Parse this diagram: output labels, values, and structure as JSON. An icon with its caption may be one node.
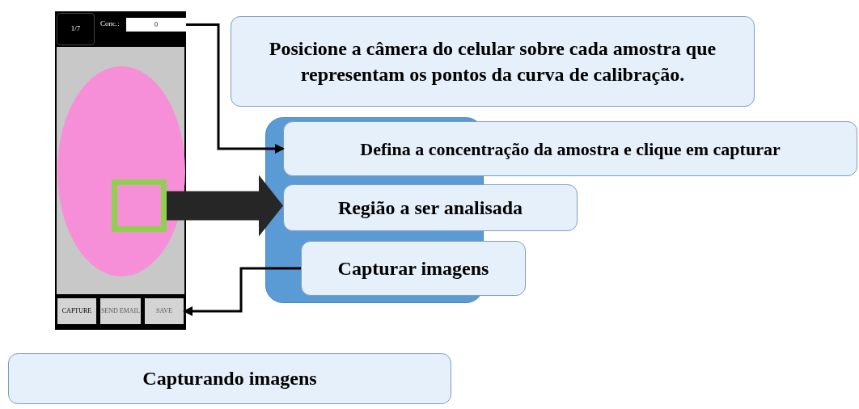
{
  "diagram": {
    "nodes": [
      {
        "text": [
          "0"
        ]
      },
      {
        "text": [],
        "shape": "box"
      },
      {
        "text": [
          "CAPTURE"
        ]
      },
      {
        "text": [
          "SEND EMAIL"
        ]
      },
      {
        "text": [
          "SAVE"
        ]
      },
      {
        "text": [
          "Posicione a câmera do celular sobre cada amostra que representam os pontos da curva de calibração."
        ]
      },
      {
        "text": [
          "Defina a concentração da amostra e clique em capturar"
        ]
      },
      {
        "text": [
          "Região a ser analisada"
        ]
      },
      {
        "text": [
          "Capturar imagens"
        ]
      },
      {
        "text": [
          "Capturando imagens"
        ]
      }
    ],
    "edges": [
      {
        "from": 0,
        "to": 6,
        "arrow": "to"
      },
      {
        "from": 1,
        "to": 7,
        "arrow": "to",
        "style": "thick",
        "color": "#262626"
      },
      {
        "from": 8,
        "to": 4,
        "arrow": "to"
      }
    ],
    "labels": [
      "1/7",
      "Conc.:"
    ]
  }
}
